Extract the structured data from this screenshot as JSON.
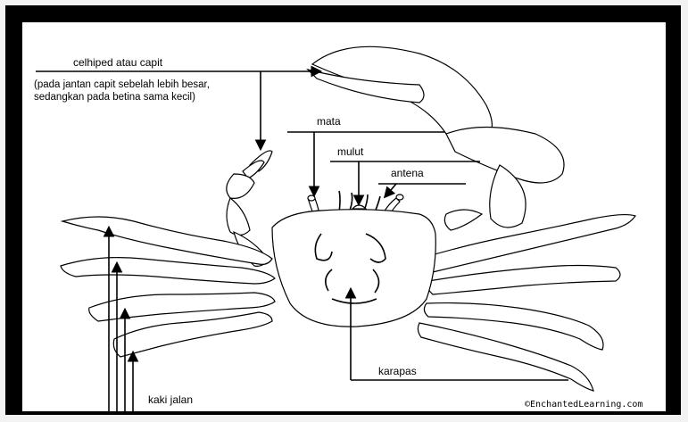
{
  "labels": {
    "claw": "celhiped atau capit",
    "claw_note_line1": "(pada jantan capit sebelah lebih besar,",
    "claw_note_line2": "sedangkan pada betina sama kecil)",
    "eye": "mata",
    "mouth": "mulut",
    "antenna": "antena",
    "carapace": "karapas",
    "walking_legs": "kaki jalan"
  },
  "credit": "©EnchantedLearning.com",
  "colors": {
    "ink": "#000000",
    "paper": "#ffffff",
    "frame": "#000000",
    "background": "#f2f2f2"
  }
}
